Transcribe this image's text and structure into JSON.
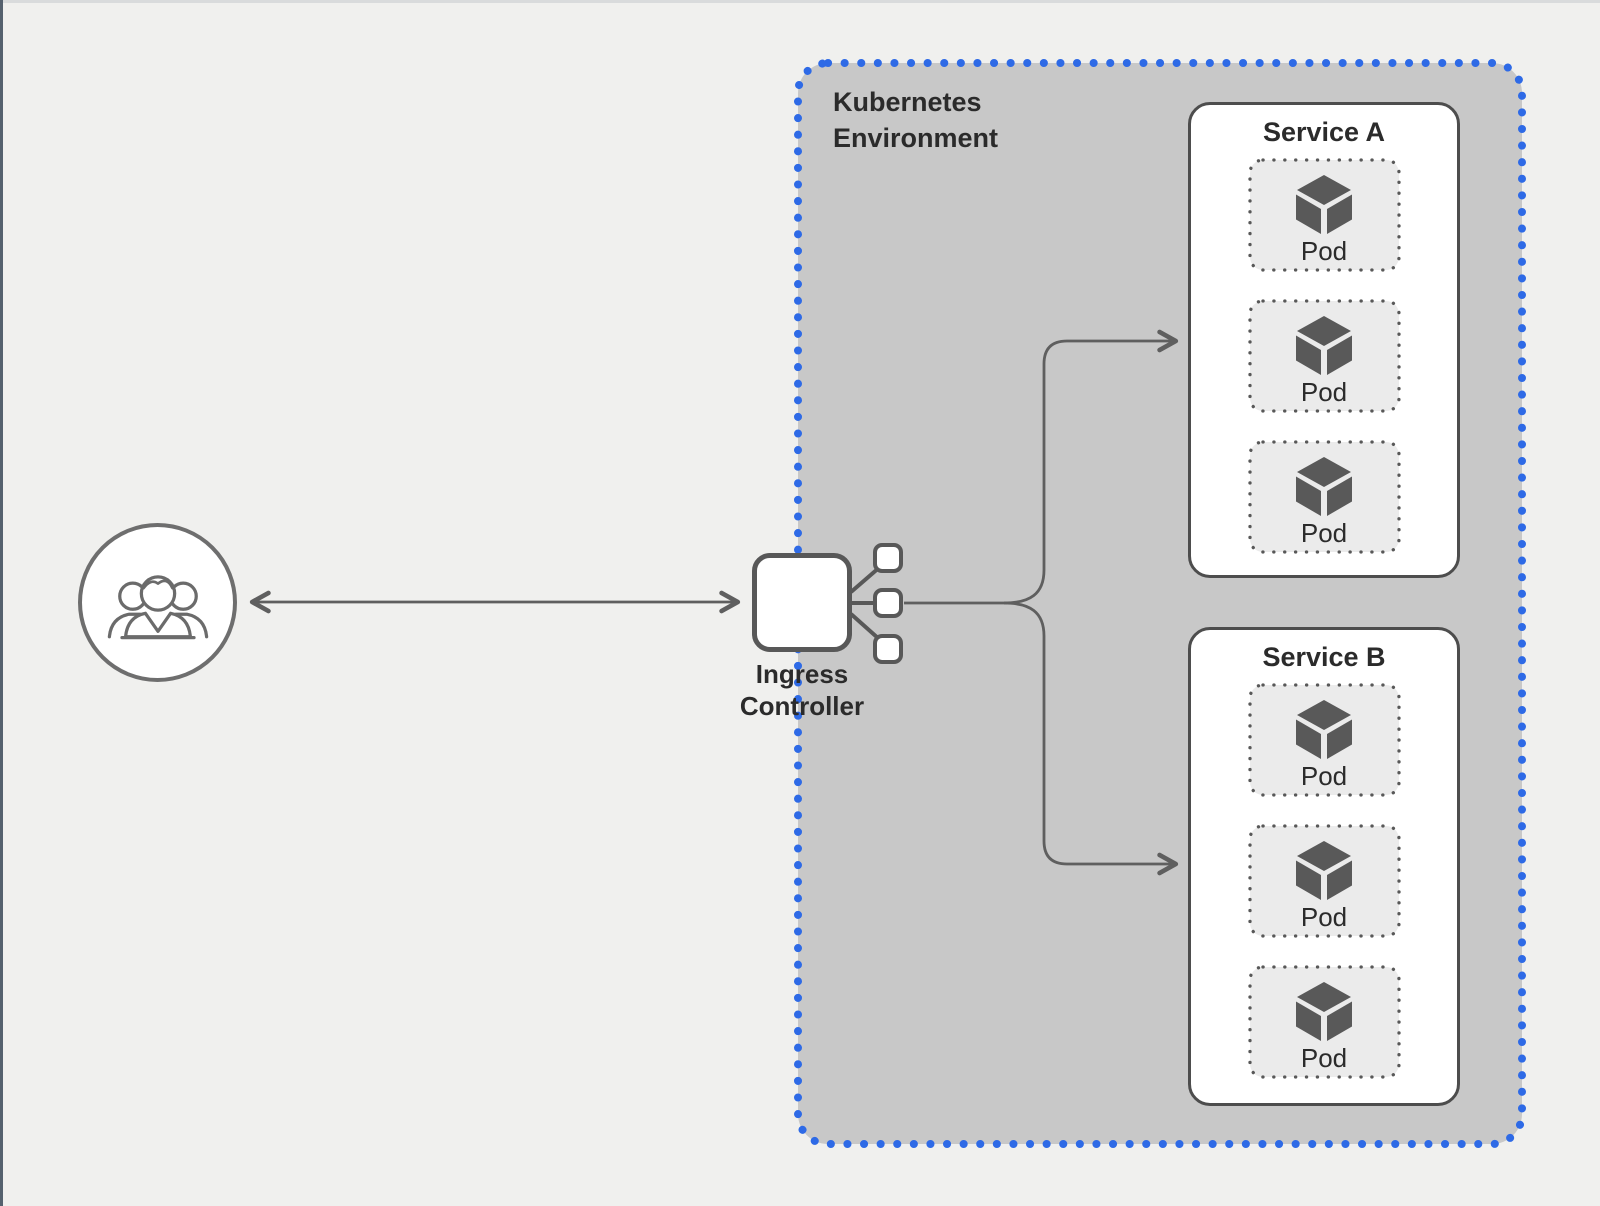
{
  "diagram": {
    "background_color": "#f0f0ee",
    "edge_top_color": "#d9dbdc",
    "edge_left_color": "#55616e"
  },
  "users": {
    "icon": "users-group-icon"
  },
  "ingress": {
    "label": "Ingress Controller",
    "icon": "ingress-controller-icon"
  },
  "environment": {
    "label": "Kubernetes Environment",
    "fill_color": "#c8c8c8",
    "border_color": "#2e6ae6",
    "services": [
      {
        "title": "Service A",
        "pods": [
          {
            "label": "Pod",
            "icon": "cube-icon"
          },
          {
            "label": "Pod",
            "icon": "cube-icon"
          },
          {
            "label": "Pod",
            "icon": "cube-icon"
          }
        ]
      },
      {
        "title": "Service B",
        "pods": [
          {
            "label": "Pod",
            "icon": "cube-icon"
          },
          {
            "label": "Pod",
            "icon": "cube-icon"
          },
          {
            "label": "Pod",
            "icon": "cube-icon"
          }
        ]
      }
    ]
  },
  "connectors": {
    "line_color": "#5f5f5f",
    "users_to_ingress": "bidirectional-arrow",
    "ingress_to_service_a": "arrow",
    "ingress_to_service_b": "arrow"
  }
}
